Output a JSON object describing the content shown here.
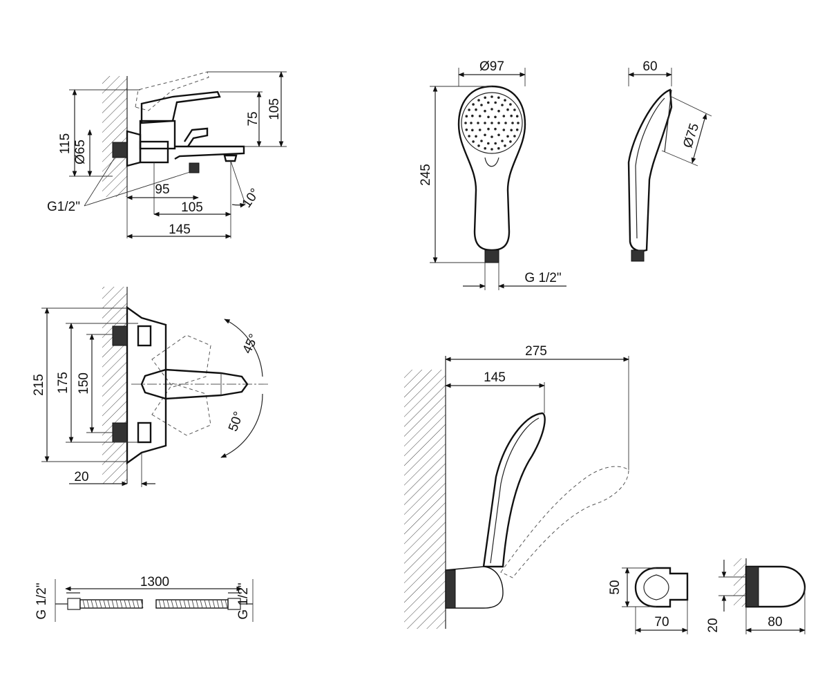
{
  "bath_mixer_side": {
    "dim_115": "115",
    "dim_65": "Ø65",
    "dim_75": "75",
    "dim_105_height": "105",
    "dim_95": "95",
    "dim_105_length": "105",
    "dim_145": "145",
    "angle_10": "10°",
    "thread": "G1/2\""
  },
  "bath_mixer_top": {
    "dim_215": "215",
    "dim_175": "175",
    "dim_150": "150",
    "dim_20": "20",
    "angle_45": "45°",
    "angle_50": "50°"
  },
  "hand_shower_front": {
    "dim_97": "Ø97",
    "dim_245": "245",
    "thread": "G 1/2\""
  },
  "hand_shower_side": {
    "dim_60": "60",
    "dim_75": "Ø75"
  },
  "hose": {
    "length": "1300",
    "thread_left": "G 1/2\"",
    "thread_right": "G 1/2\""
  },
  "wall_holder_assembly": {
    "dim_275": "275",
    "dim_145": "145"
  },
  "holder_front": {
    "dim_50": "50",
    "dim_70": "70"
  },
  "holder_side": {
    "dim_20": "20",
    "dim_80": "80"
  }
}
